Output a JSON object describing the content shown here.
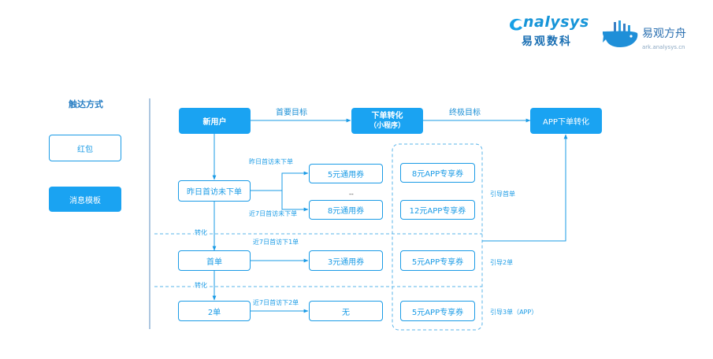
{
  "brand": {
    "analysys_en": "nalysys",
    "analysys_zh": "易观数科",
    "ark_zh": "易观方舟",
    "ark_url": "ark.analysys.cn"
  },
  "sidebar": {
    "title": "触达方式",
    "items": [
      {
        "label": "红包",
        "style": "outline"
      },
      {
        "label": "消息模板",
        "style": "filled"
      }
    ]
  },
  "flow": {
    "new_user": "新用户",
    "primary_goal": "首要目标",
    "order_conversion": [
      "下单转化",
      "（小程序）"
    ],
    "final_goal": "终极目标",
    "app_order_conversion": "APP下单转化",
    "yesterday_visit_no_order": "昨日首访未下单",
    "first_order": "首单",
    "second_order": "2单",
    "conversion_label_1": "转化",
    "conversion_label_2": "转化",
    "edge_yesterday": "昨日首访未下单",
    "edge_last7": "近7日首访未下单",
    "edge_last7_first": "近7日首访下1单",
    "edge_last7_second": "近7日首访下2单",
    "coupon_5": "5元通用券",
    "coupon_8": "8元通用券",
    "coupon_3": "3元通用券",
    "coupon_none": "无",
    "tilde": "--",
    "app_coupon_8": "8元APP专享券",
    "app_coupon_12": "12元APP专享券",
    "app_coupon_5a": "5元APP专享券",
    "app_coupon_5b": "5元APP专享券",
    "guide_first": "引导首单",
    "guide_second": "引导2单",
    "guide_third": "引导3单（APP）"
  },
  "colors": {
    "primary": "#1aa3f2",
    "line": "#1a9be6",
    "divider": "#5ab4ea"
  }
}
